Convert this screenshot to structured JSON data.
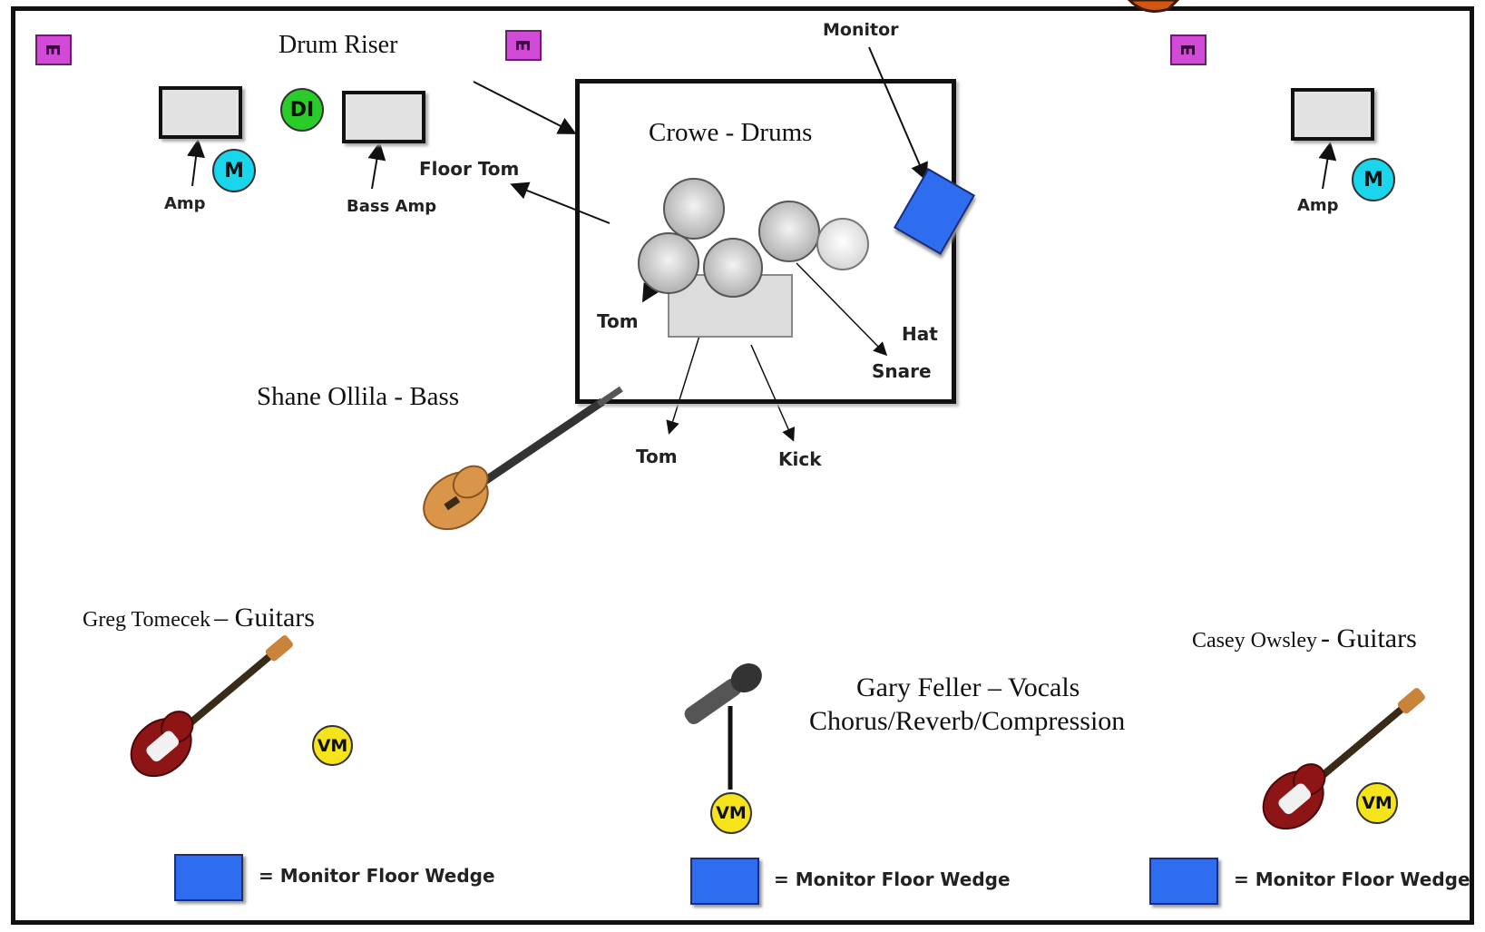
{
  "labels": {
    "drum_riser": "Drum Riser",
    "crowe_drums": "Crowe - Drums",
    "monitor": "Monitor",
    "floor_tom": "Floor Tom",
    "tom_left": "Tom",
    "tom_bottom": "Tom",
    "kick": "Kick",
    "hat": "Hat",
    "snare": "Snare",
    "amp_left": "Amp",
    "bass_amp": "Bass Amp",
    "amp_right": "Amp",
    "shane": "Shane Ollila - Bass",
    "greg_name": "Greg Tomecek",
    "greg_role": "– Guitars",
    "casey_name": "Casey Owsley",
    "casey_role": "- Guitars",
    "gary_line1": "Gary Feller – Vocals",
    "gary_line2": "Chorus/Reverb/Compression"
  },
  "badges": {
    "e": "E",
    "m": "M",
    "di": "DI",
    "vm": "VM"
  },
  "legend": {
    "wedge_label": "= Monitor Floor Wedge"
  },
  "colors": {
    "wedge": "#2f6df0",
    "monitor_badge": "#19d6ec",
    "di_badge": "#29cc29",
    "vocal_monitor_badge": "#f5e41a",
    "electric_outlet": "#d24bd8"
  }
}
